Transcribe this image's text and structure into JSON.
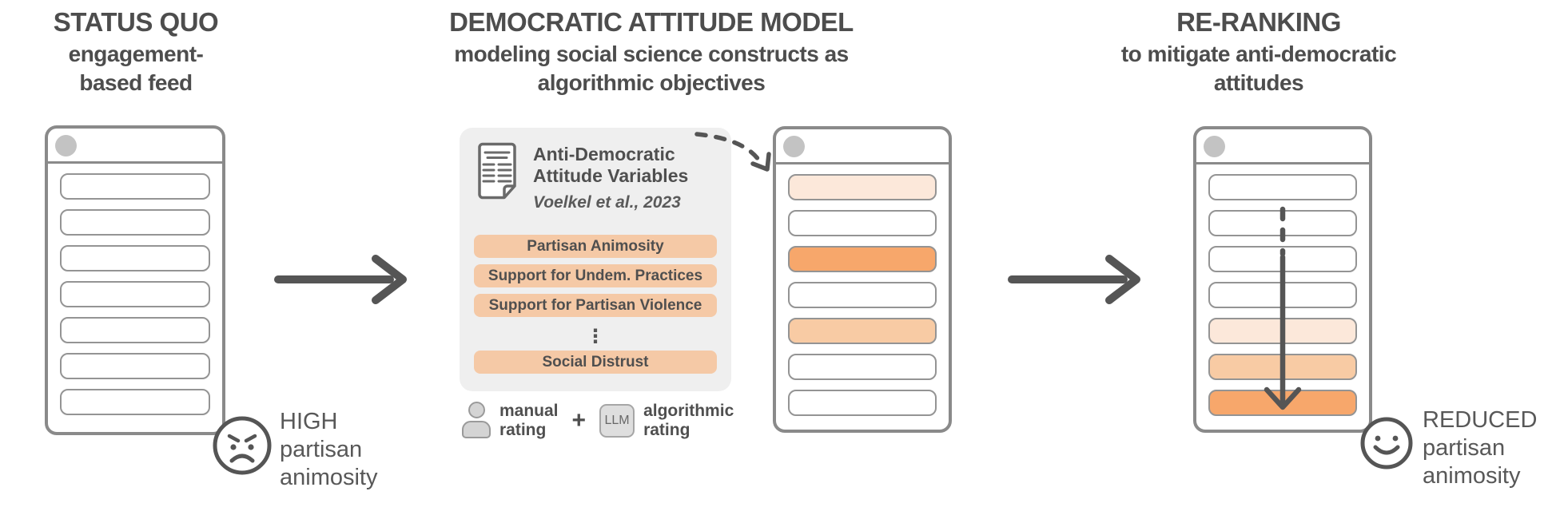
{
  "palette": {
    "text": "#4d4d4d",
    "frame_gray": "#8a8a8a",
    "row_border": "#949494",
    "avatar_gray": "#c3c3c3",
    "panel_bg": "#efefef",
    "chip_bg": "#f5c9a6",
    "tint_none": "#ffffff",
    "tint_light": "#fce8da",
    "tint_medium": "#f8cba4",
    "tint_strong": "#f7a76b",
    "arrow": "#555555"
  },
  "status_quo": {
    "title": "STATUS QUO",
    "subtitle": "engagement-\nbased feed",
    "feed_rows": [
      "none",
      "none",
      "none",
      "none",
      "none",
      "none",
      "none"
    ],
    "mood_icon": "angry-face",
    "caption": "HIGH\npartisan\nanimosity"
  },
  "attitude_model": {
    "title": "DEMOCRATIC ATTITUDE MODEL",
    "subtitle": "modeling social science constructs as\nalgorithmic objectives",
    "variables_card": {
      "doc_icon": "document",
      "heading": "Anti-Democratic\nAttitude Variables",
      "citation": "Voelkel et al., 2023",
      "chips": [
        "Partisan Animosity",
        "Support for Undem. Practices",
        "Support for Partisan Violence",
        "Social Distrust"
      ],
      "ellipsis": "⋮"
    },
    "rating_legend": {
      "person_icon": "person",
      "manual_label": "manual\nrating",
      "plus": "+",
      "llm_label": "LLM",
      "algorithmic_label": "algorithmic\nrating"
    },
    "feed_rows": [
      "light",
      "none",
      "strong",
      "none",
      "medium",
      "none",
      "none"
    ]
  },
  "reranking": {
    "title": "RE-RANKING",
    "subtitle": "to mitigate anti-democratic\nattitudes",
    "feed_rows": [
      "none",
      "none",
      "none",
      "none",
      "light",
      "medium",
      "strong"
    ],
    "mood_icon": "smiley-face",
    "caption": "REDUCED\npartisan\nanimosity"
  }
}
